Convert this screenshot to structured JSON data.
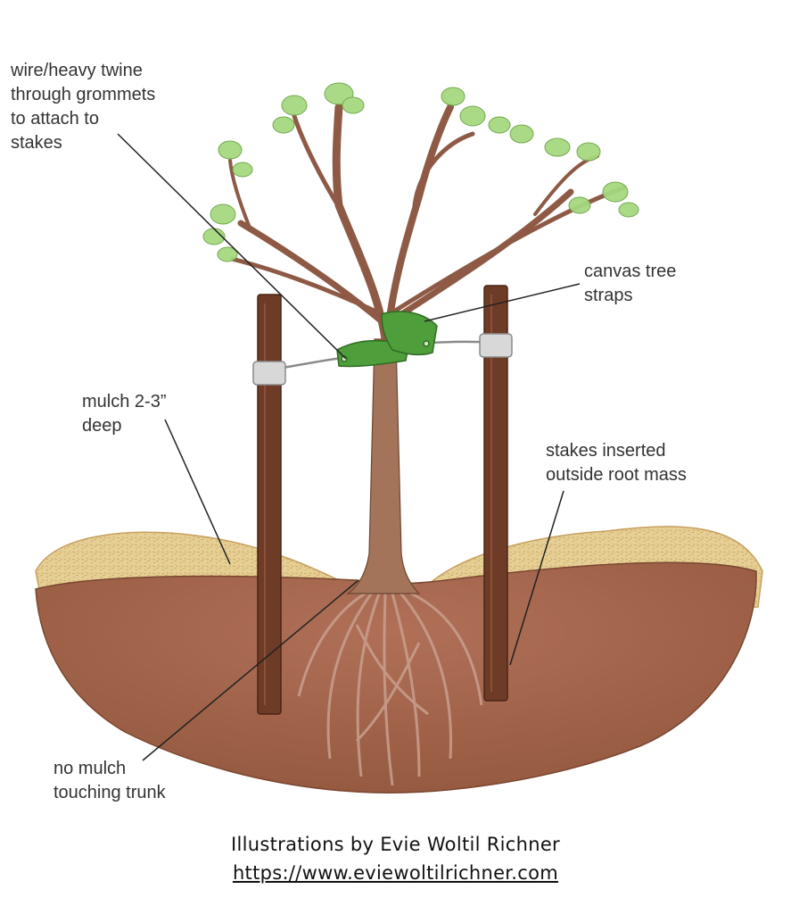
{
  "labels": {
    "wire_twine": [
      "wire/heavy twine",
      "through grommets",
      "to attach to",
      "stakes"
    ],
    "canvas_straps": [
      "canvas tree",
      "straps"
    ],
    "mulch_depth": [
      "mulch 2-3”",
      "deep"
    ],
    "stakes_inserted": [
      "stakes inserted",
      "outside root mass"
    ],
    "no_mulch": [
      "no mulch",
      "touching trunk"
    ]
  },
  "credit": {
    "line": "Illustrations by Evie Woltil Richner",
    "url": "https://www.eviewoltilrichner.com"
  },
  "colors": {
    "soil": "#a0634a",
    "mulch": "#e3c98b",
    "trunk": "#9a6a50",
    "stake": "#6b3a25",
    "strap": "#4a9a3a",
    "leaf": "#9fd67a"
  }
}
